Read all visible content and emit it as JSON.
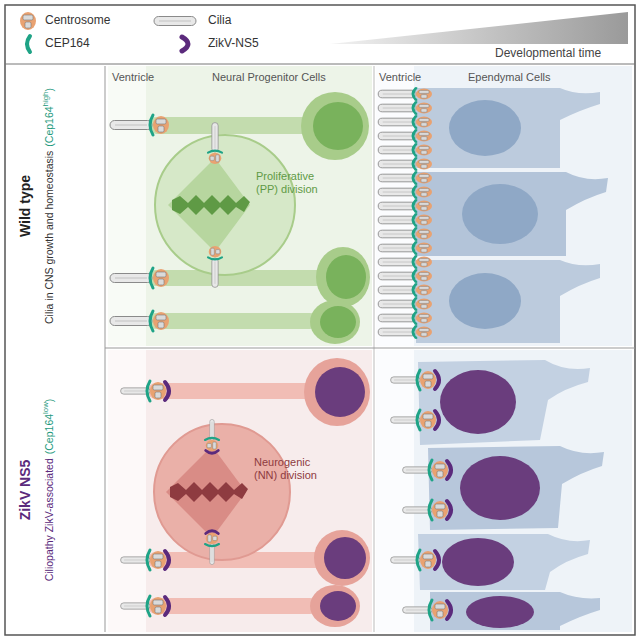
{
  "diagram": {
    "labels": [
      "Developmental time",
      "Wild type",
      "Cilia in CNS growth and homeostasis",
      "(Cep164",
      "high",
      ")",
      "Ventricle",
      "Neural Progenitor Cells",
      "Proliferative (PP) division",
      "Ventricle",
      "Ependymal Cells",
      "ZikV NS5",
      "Ciliopathy ZikV-associated",
      "(Cep164",
      "low",
      ")",
      "Neurogenic (NN) division"
    ],
    "legend": [
      {
        "text": "Centrosome"
      },
      {
        "text": "Cilia"
      },
      {
        "text": "CEP164"
      },
      {
        "text": "ZikV-NS5"
      }
    ]
  }
}
